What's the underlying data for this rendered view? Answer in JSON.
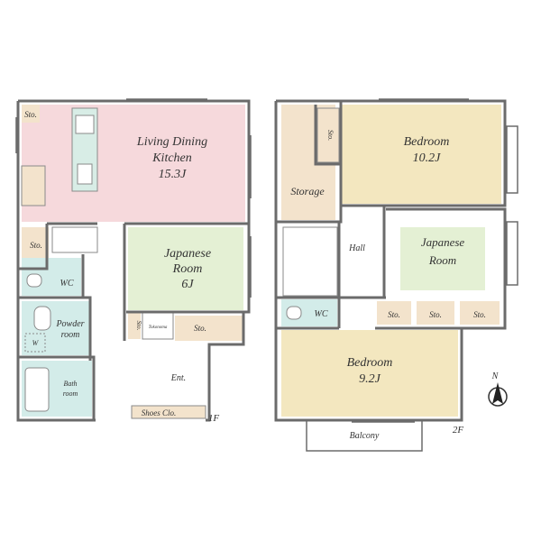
{
  "floor1": {
    "level": "1F",
    "ldk": {
      "name_line1": "Living Dining",
      "name_line2": "Kitchen",
      "size": "15.3J"
    },
    "japanese_room": {
      "name_line1": "Japanese",
      "name_line2": "Room",
      "size": "6J"
    },
    "storage_top": "Sto.",
    "storage_left": "Sto.",
    "storage_small": "Sto.",
    "storage_bottom": "Sto.",
    "wc": "WC",
    "powder_room": {
      "line1": "Powder",
      "line2": "room"
    },
    "washer": "W",
    "bath_room": {
      "line1": "Bath",
      "line2": "room"
    },
    "tokonoma": "Tokonoma",
    "entrance": "Ent.",
    "shoes_closet": "Shoes Clo."
  },
  "floor2": {
    "level": "2F",
    "bedroom_top": {
      "name": "Bedroom",
      "size": "10.2J"
    },
    "japanese_room": {
      "name_line1": "Japanese",
      "name_line2": "Room"
    },
    "storage": "Storage",
    "storage_small_top": "Sto.",
    "hall": "Hall",
    "wc": "WC",
    "sto1": "Sto.",
    "sto2": "Sto.",
    "sto3": "Sto.",
    "bedroom_bottom": {
      "name": "Bedroom",
      "size": "9.2J"
    },
    "balcony": "Balcony"
  },
  "compass": {
    "label": "N"
  },
  "colors": {
    "ldk": "#f6d9dc",
    "japanese": "#e4f0d4",
    "storage": "#f3e3cc",
    "bedroom": "#f3e7bf",
    "wet": "#d3ece9",
    "hall": "#ffffff",
    "wall": "#6b6b6b"
  }
}
